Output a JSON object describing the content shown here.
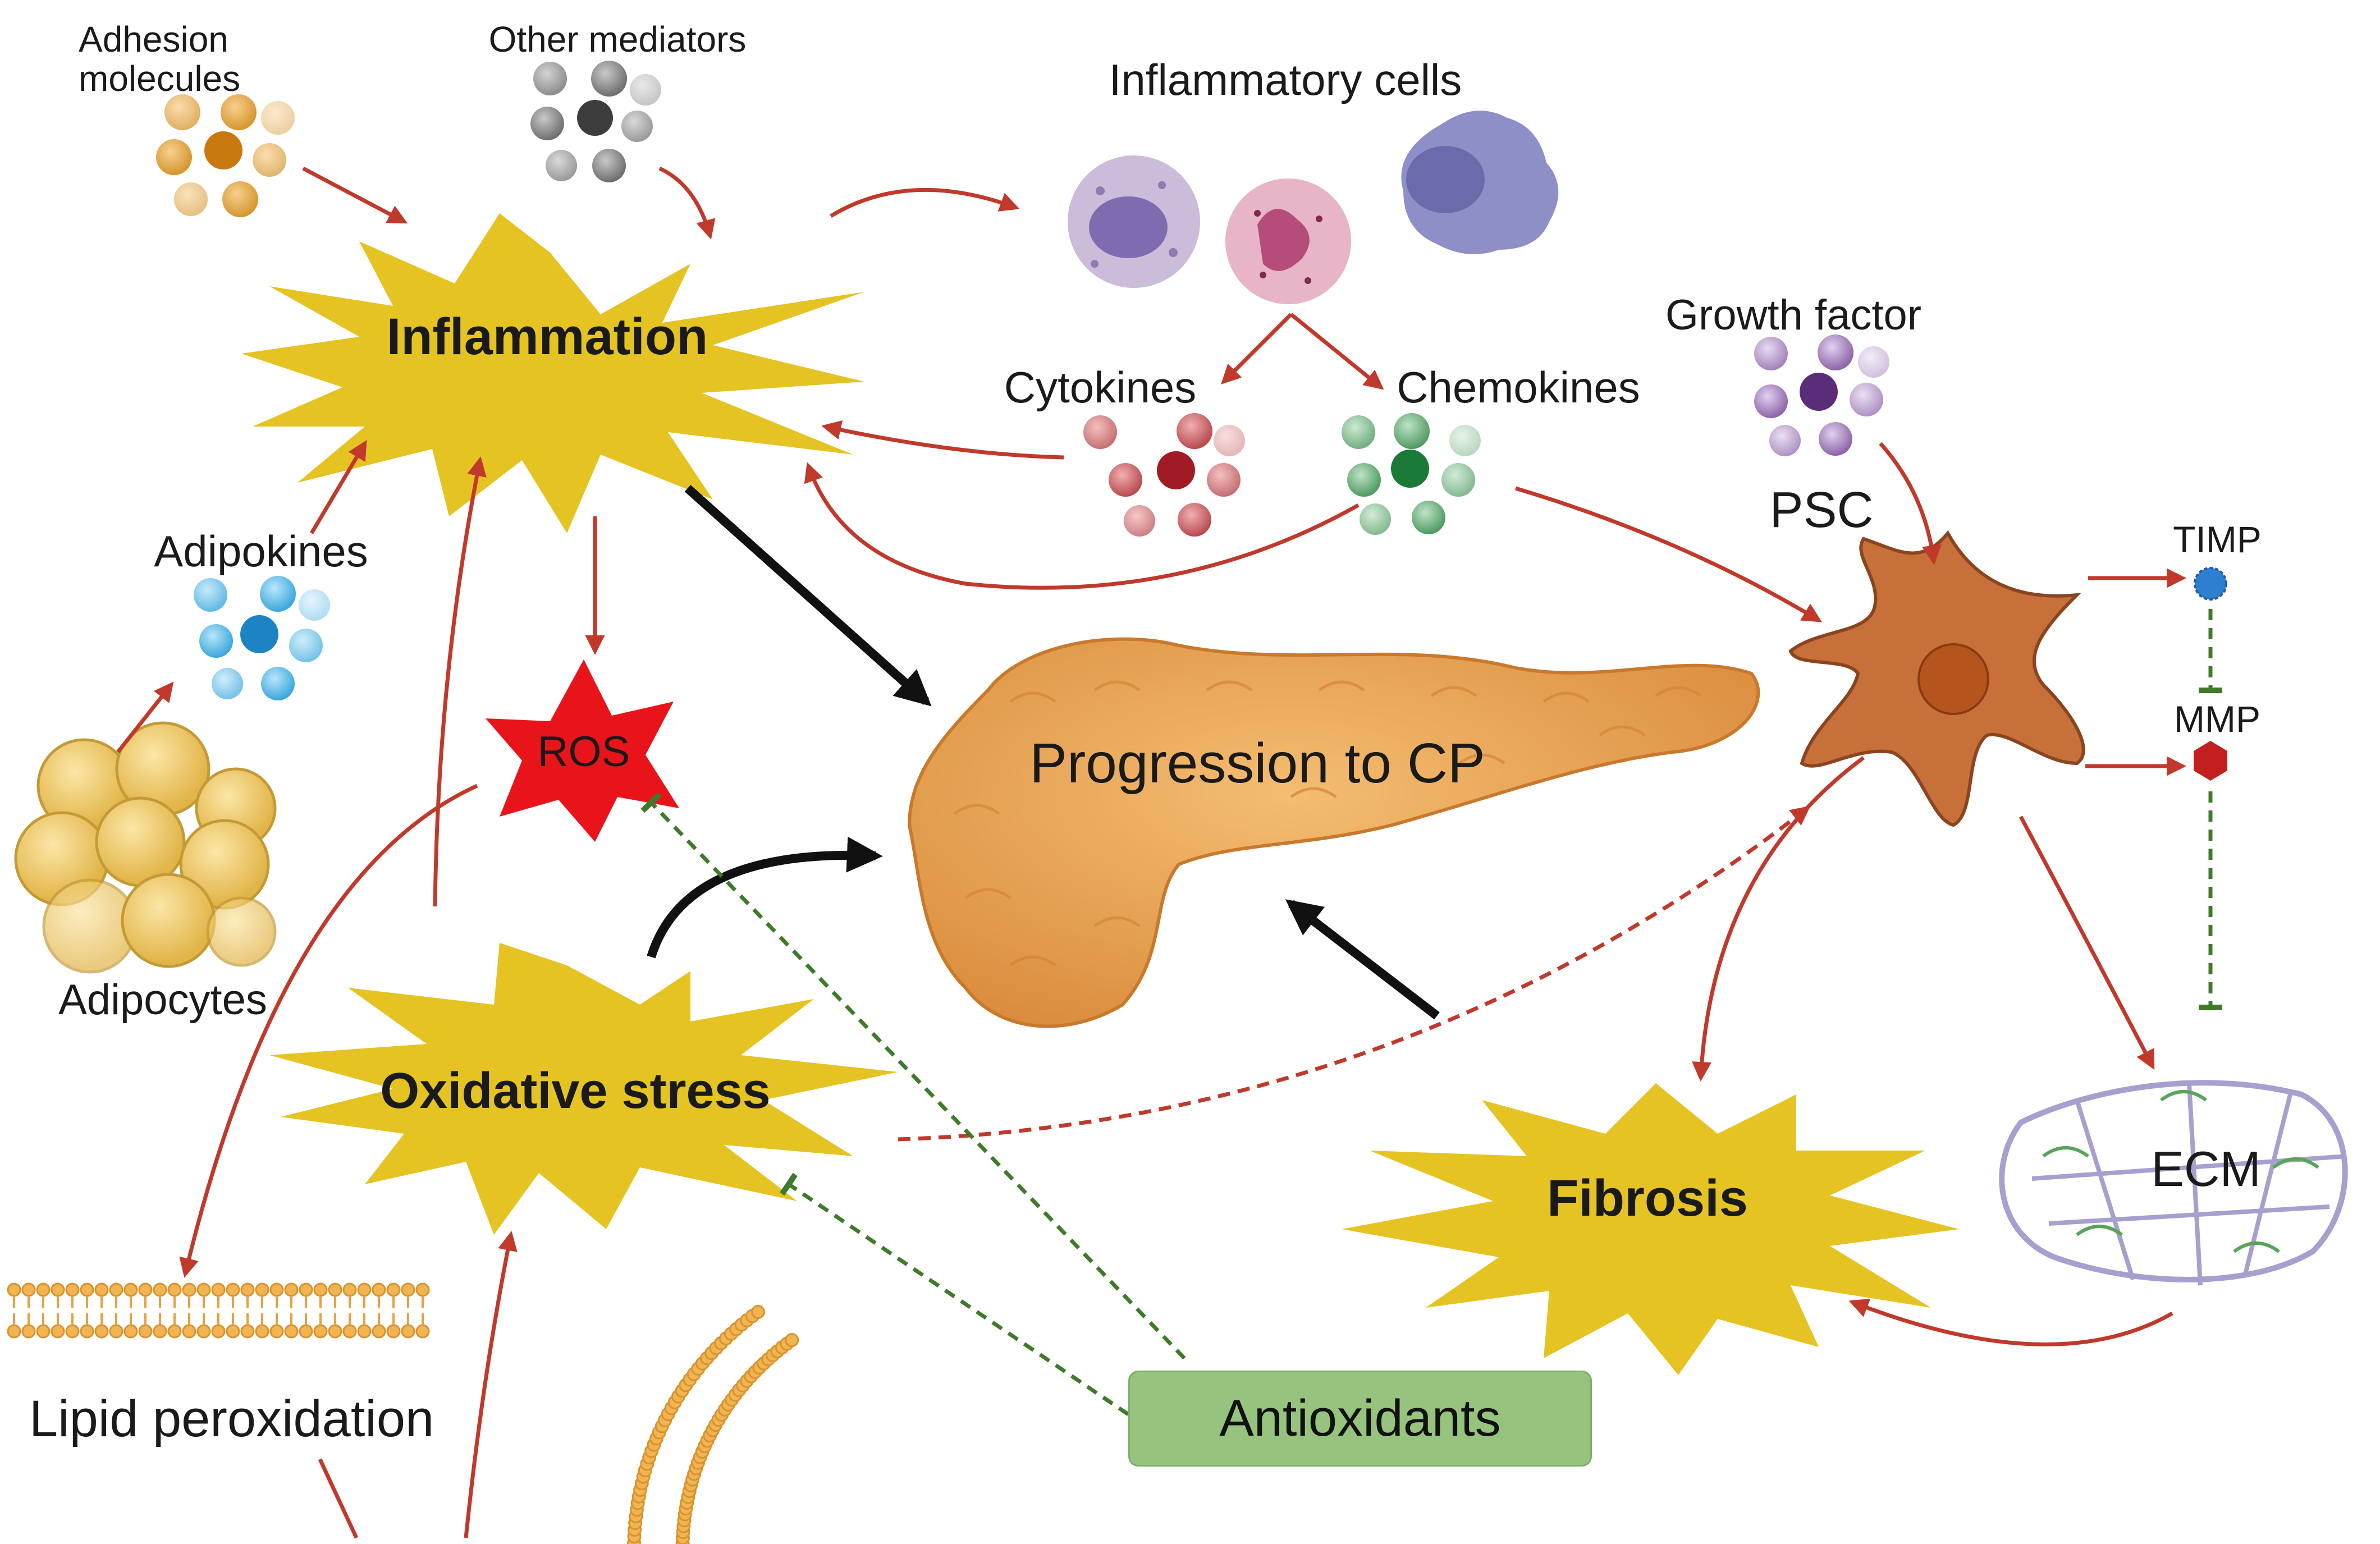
{
  "labels": {
    "adhesion_molecules": "Adhesion\nmolecules",
    "other_mediators": "Other mediators",
    "inflammatory_cells": "Inflammatory cells",
    "growth_factor": "Growth factor",
    "inflammation": "Inflammation",
    "cytokines": "Cytokines",
    "chemokines": "Chemokines",
    "psc": "PSC",
    "timp": "TIMP",
    "mmp": "MMP",
    "adipokines": "Adipokines",
    "ros": "ROS",
    "progression": "Progression to CP",
    "adipocytes": "Adipocytes",
    "oxidative_stress": "Oxidative stress",
    "fibrosis": "Fibrosis",
    "ecm": "ECM",
    "lipid_peroxidation": "Lipid peroxidation",
    "antioxidants": "Antioxidants"
  },
  "colors": {
    "red_arrow": "#c0392b",
    "black_arrow": "#111111",
    "inhibit": "#3f7a2a",
    "burst": "#e4c323",
    "ros": "#e8141a",
    "pancreas": "#e8a04e",
    "psc": "#c8703a",
    "antioxidant_box": "#96c47e"
  }
}
